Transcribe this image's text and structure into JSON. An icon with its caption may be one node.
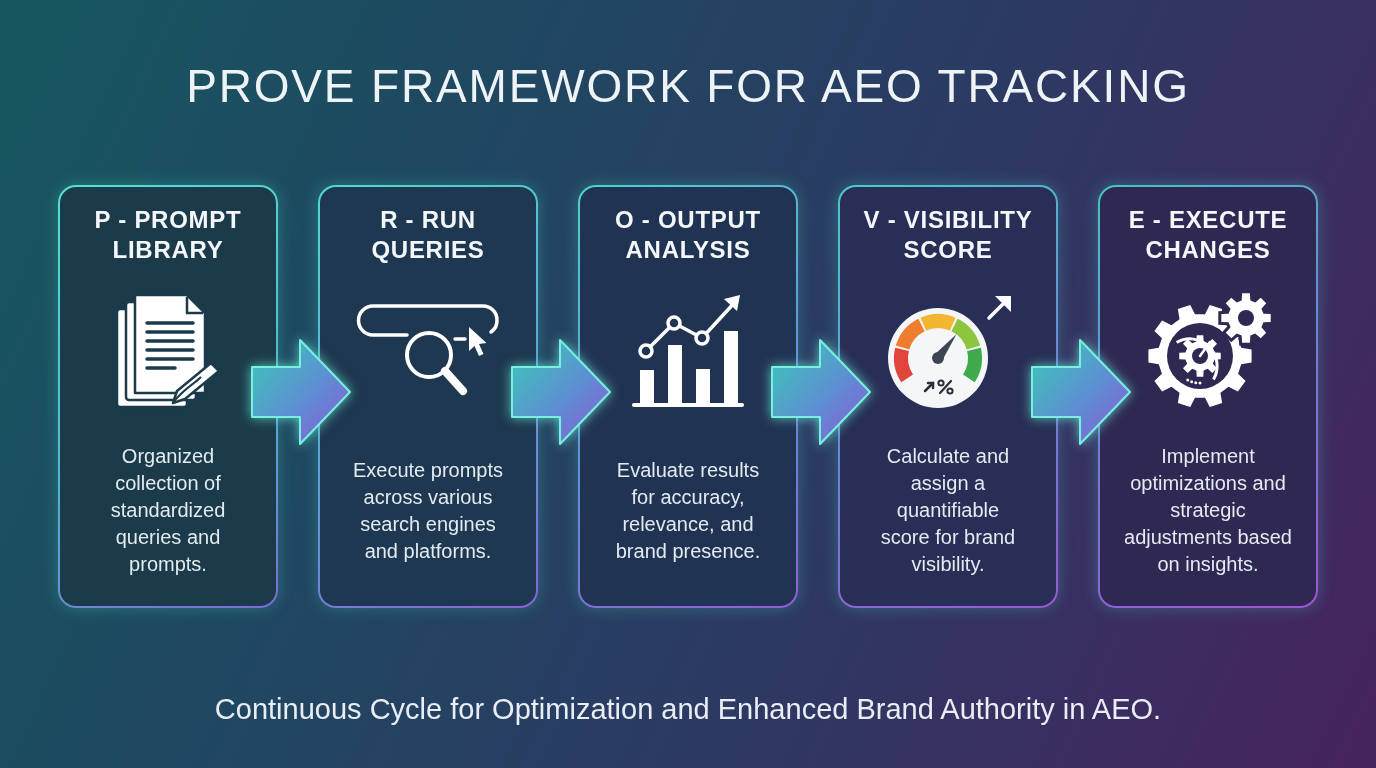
{
  "diagram": {
    "title": "PROVE FRAMEWORK FOR AEO TRACKING",
    "caption": "Continuous Cycle for Optimization and Enhanced Brand Authority in AEO.",
    "nodes": [
      {
        "text": [
          "P - PROMPT LIBRARY",
          "Organized collection of standardized queries and prompts."
        ]
      },
      {
        "text": [
          "R - RUN QUERIES",
          "Execute prompts across various search engines and platforms."
        ]
      },
      {
        "text": [
          "O - OUTPUT ANALYSIS",
          "Evaluate results for accuracy, relevance, and brand presence."
        ]
      },
      {
        "text": [
          "V - VISIBILITY SCORE",
          "Calculate and assign a quantifiable score for brand visibility."
        ]
      },
      {
        "text": [
          "E - EXECUTE CHANGES",
          "Implement optimizations and strategic adjustments based on insights."
        ]
      }
    ],
    "edges": [
      {
        "from": 0,
        "to": 1,
        "arrow": "to"
      },
      {
        "from": 1,
        "to": 2,
        "arrow": "to"
      },
      {
        "from": 2,
        "to": 3,
        "arrow": "to"
      },
      {
        "from": 3,
        "to": 4,
        "arrow": "to"
      }
    ]
  }
}
